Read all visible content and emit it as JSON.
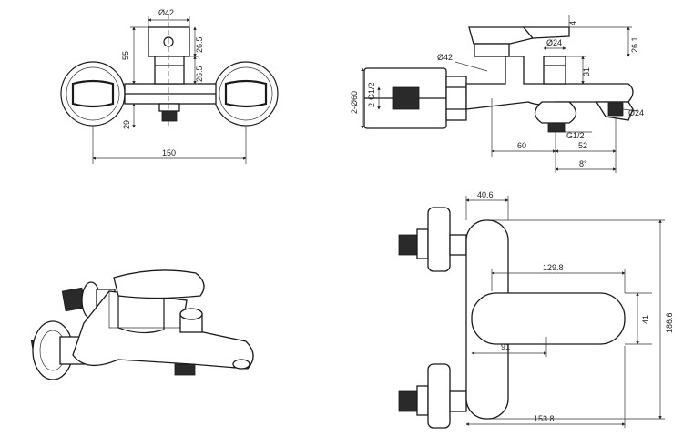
{
  "dims": {
    "front": {
      "d42": "Ø42",
      "h55": "55",
      "h265a": "26.5",
      "h265b": "26.5",
      "h29": "29",
      "w150": "150"
    },
    "side": {
      "d60": "2-Ø60",
      "g12_inlet": "2-G1/2",
      "d42": "Ø42",
      "d24_top": "Ø24",
      "h261": "26.1",
      "h4": "4",
      "h31": "31",
      "w60": "60",
      "w52": "52",
      "g12_outlet": "G1/2",
      "d24_right": "Ø24",
      "angle8": "8°"
    },
    "top": {
      "w406": "40.6",
      "w1298": "129.8",
      "h41": "41",
      "w91": "91",
      "h1866": "186.6",
      "w1538": "153.8"
    }
  }
}
